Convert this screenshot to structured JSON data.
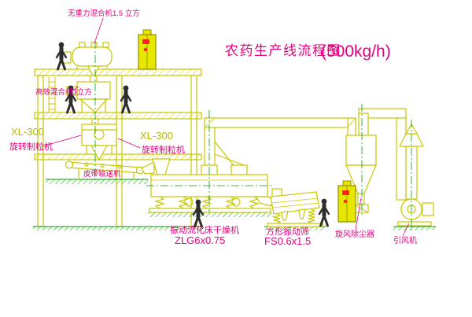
{
  "title": {
    "main": "农药生产线流程图",
    "capacity": "(500kg/h)"
  },
  "equipment_labels": {
    "gravity_mixer": "无重力混合机1.5 立方",
    "high_efficiency_mixer": "高效混合机3立方",
    "granulator_left_model": "XL-300",
    "granulator_left_name": "旋转制粒机",
    "granulator_center_model": "XL-300",
    "granulator_center_name": "旋转制粒机",
    "belt_conveyor": "皮带输送机",
    "fluid_bed_dryer": "振动流化床干燥机",
    "fluid_bed_dryer_model": "ZLG6x0.75",
    "square_vibrating_sieve": "方形振动筛",
    "square_vibrating_sieve_model": "FS0.6x1.5",
    "cyclone_dust_collector": "旋风除尘器",
    "induced_draft_fan": "引风机"
  },
  "colors": {
    "cad_line_yellow": "#c8c800",
    "label_magenta": "#e6007e",
    "centerline_green": "#00a000",
    "indicator_red": "#ff2020",
    "figure_dark": "#2e2e2e",
    "background": "#ffffff"
  }
}
